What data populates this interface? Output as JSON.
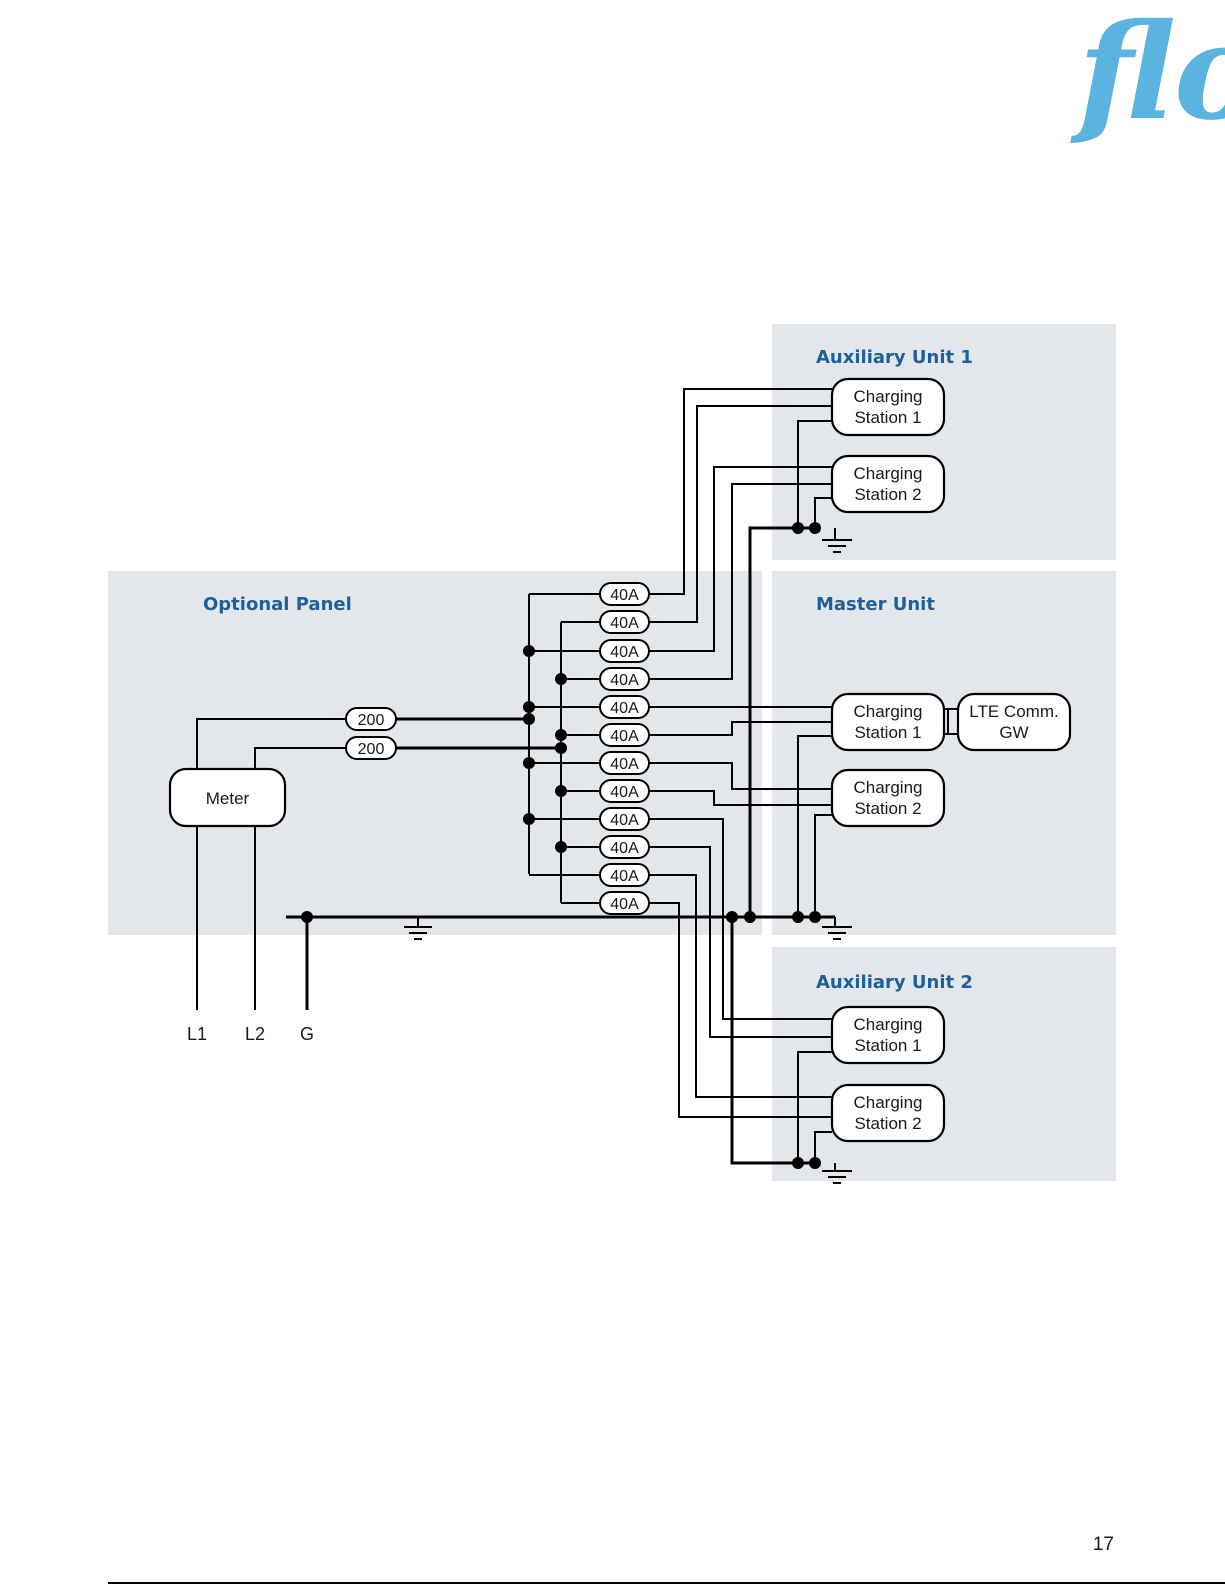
{
  "logo": {
    "text": "flo",
    "color": "#5bb3e0"
  },
  "page_number": "17",
  "sections": {
    "aux1": {
      "title": "Auxiliary Unit 1"
    },
    "panel": {
      "title": "Optional Panel"
    },
    "master": {
      "title": "Master Unit"
    },
    "aux2": {
      "title": "Auxiliary Unit 2"
    }
  },
  "stations": {
    "aux1_cs1": [
      "Charging",
      "Station 1"
    ],
    "aux1_cs2": [
      "Charging",
      "Station 2"
    ],
    "master_cs1": [
      "Charging",
      "Station 1"
    ],
    "master_cs2": [
      "Charging",
      "Station 2"
    ],
    "aux2_cs1": [
      "Charging",
      "Station 1"
    ],
    "aux2_cs2": [
      "Charging",
      "Station 2"
    ]
  },
  "lte": [
    "LTE Comm.",
    "GW"
  ],
  "meter": "Meter",
  "mains": [
    "200",
    "200"
  ],
  "breakers": [
    "40A",
    "40A",
    "40A",
    "40A",
    "40A",
    "40A",
    "40A",
    "40A",
    "40A",
    "40A",
    "40A",
    "40A"
  ],
  "terminals": {
    "l1": "L1",
    "l2": "L2",
    "g": "G"
  },
  "colors": {
    "panel_bg": "#e3e7eb",
    "title": "#1d5f99",
    "wire": "#000000"
  }
}
